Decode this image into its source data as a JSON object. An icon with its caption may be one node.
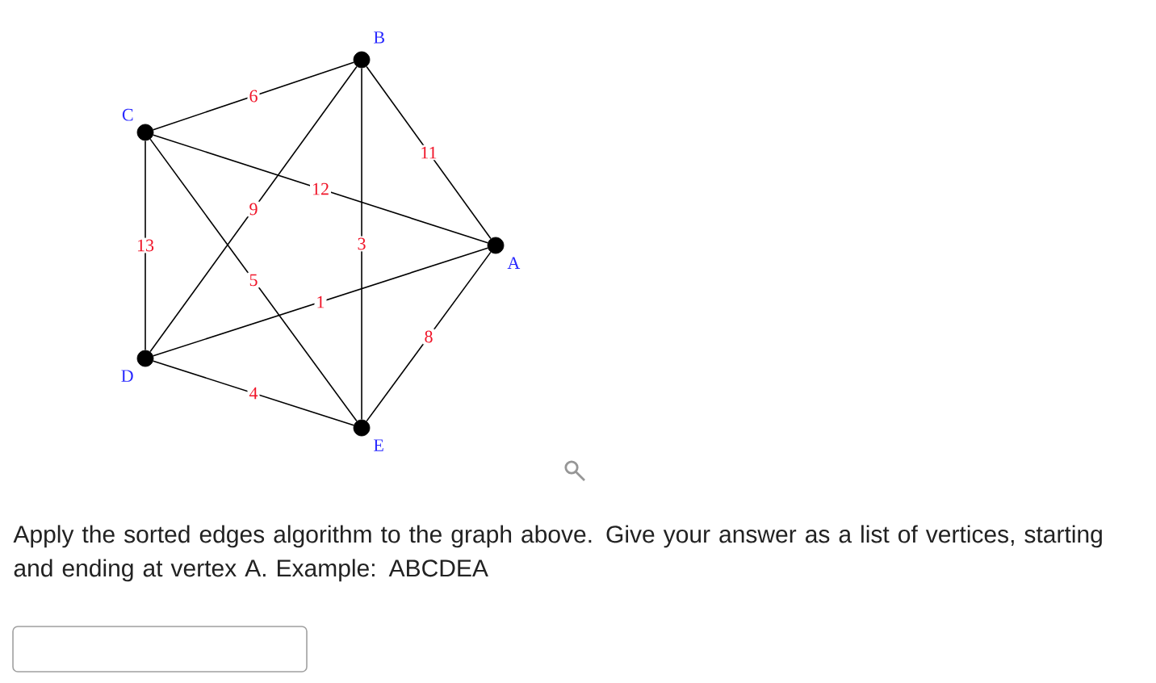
{
  "diagram": {
    "nodes": [
      {
        "text": [],
        "shape": "circle",
        "beside": [
          "B"
        ]
      },
      {
        "text": [],
        "shape": "circle",
        "beside": [
          "C"
        ]
      },
      {
        "text": [],
        "shape": "circle",
        "beside": [
          "A"
        ]
      },
      {
        "text": [],
        "shape": "circle",
        "beside": [
          "D"
        ]
      },
      {
        "text": [],
        "shape": "circle",
        "beside": [
          "E"
        ]
      }
    ],
    "edges": [
      {
        "from": 1,
        "to": 0,
        "arrow": "none",
        "label": "6"
      },
      {
        "from": 0,
        "to": 2,
        "arrow": "none",
        "label": "11"
      },
      {
        "from": 1,
        "to": 2,
        "arrow": "none",
        "label": "12"
      },
      {
        "from": 0,
        "to": 3,
        "arrow": "none",
        "label": "9"
      },
      {
        "from": 0,
        "to": 4,
        "arrow": "none",
        "label": "3"
      },
      {
        "from": 1,
        "to": 3,
        "arrow": "none",
        "label": "13"
      },
      {
        "from": 1,
        "to": 4,
        "arrow": "none",
        "label": "5"
      },
      {
        "from": 3,
        "to": 2,
        "arrow": "none",
        "label": "1"
      },
      {
        "from": 2,
        "to": 4,
        "arrow": "none",
        "label": "8"
      },
      {
        "from": 3,
        "to": 4,
        "arrow": "none",
        "label": "4"
      }
    ],
    "labels": [
      "Apply the sorted edges algorithm to the graph above. Give your answer as a list of vertices, starting and ending at vertex A. Example: ABCDEA"
    ]
  }
}
